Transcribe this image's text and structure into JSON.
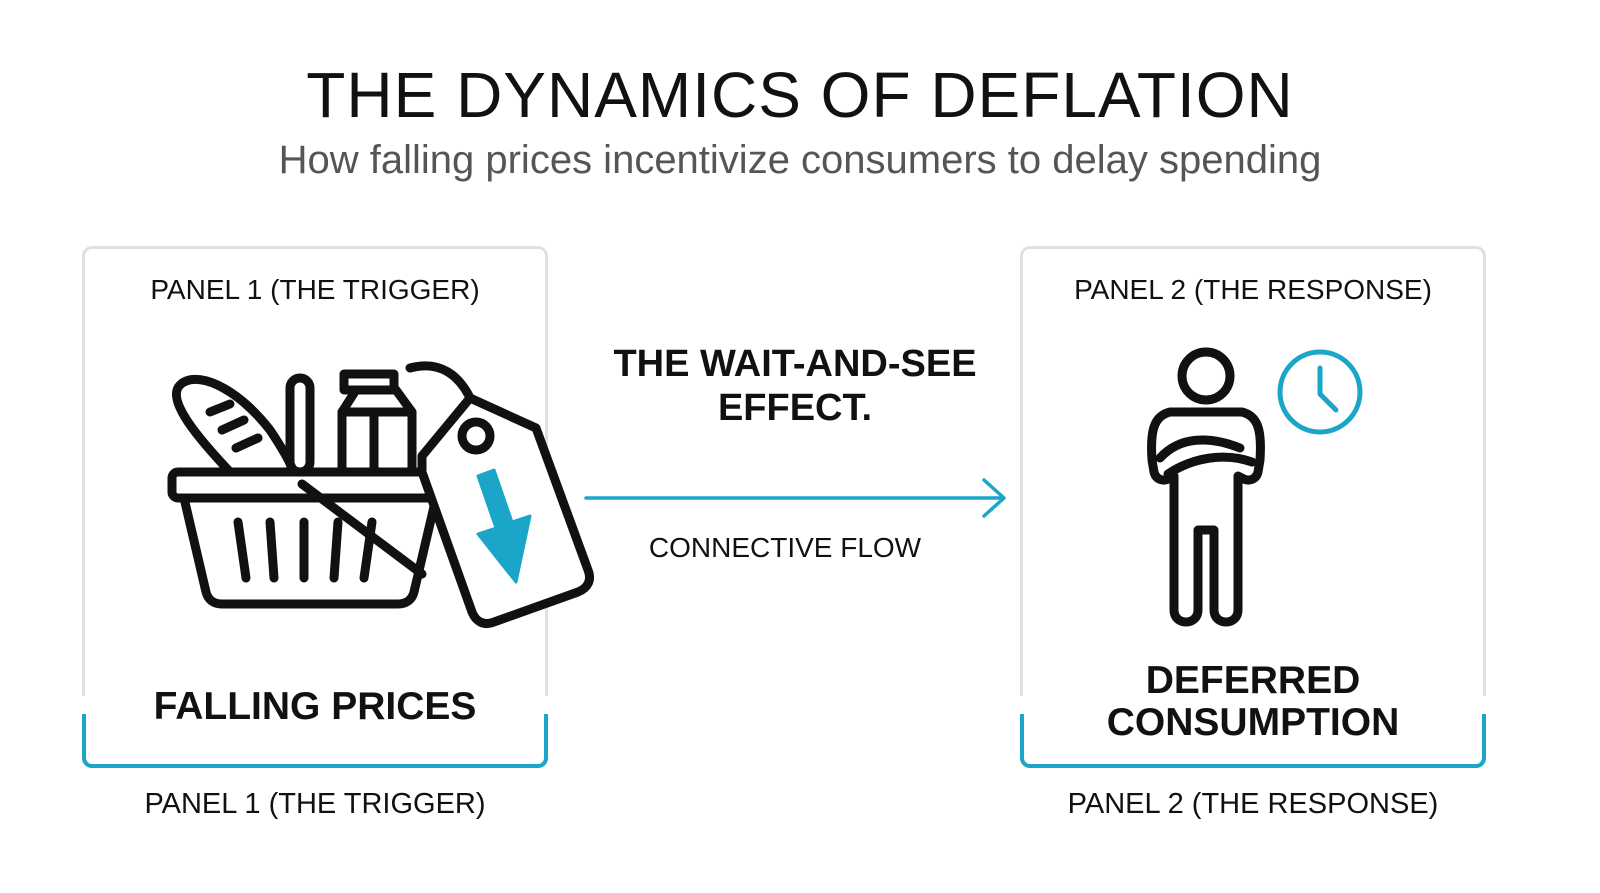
{
  "header": {
    "title": "THE DYNAMICS OF DEFLATION",
    "subtitle": "How falling prices incentivize consumers to delay spending"
  },
  "panel_1": {
    "header": "PANEL 1 (THE TRIGGER)",
    "label": "FALLING PRICES",
    "caption": "PANEL 1 (THE TRIGGER)",
    "icon": "grocery-basket-price-tag-down-icon"
  },
  "panel_2": {
    "header": "PANEL 2 (THE RESPONSE)",
    "label": "DEFERRED CONSUMPTION",
    "caption": "PANEL 2 (THE RESPONSE)",
    "icon": "waiting-person-clock-icon"
  },
  "connector": {
    "label": "THE WAIT-AND-SEE EFFECT.",
    "caption": "CONNECTIVE FLOW"
  },
  "colors": {
    "accent": "#1ba6c9",
    "frame": "#e0e0e0",
    "text": "#111111",
    "subtitle": "#555555"
  }
}
